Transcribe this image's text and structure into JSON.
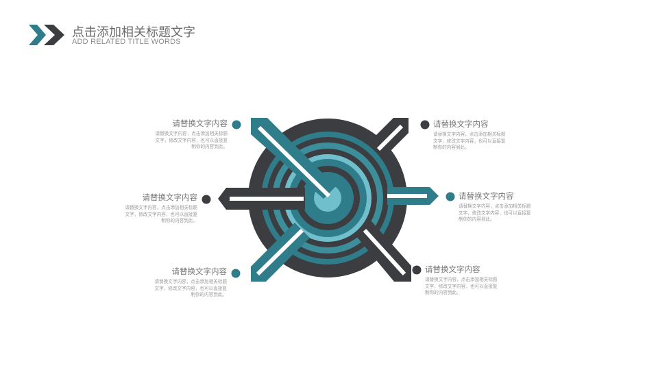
{
  "header": {
    "title": "点击添加相关标题文字",
    "subtitle": "ADD RELATED TITLE WORDS"
  },
  "colors": {
    "teal": "#2f7c8a",
    "dark": "#3b3d40",
    "light": "#6fbfcc",
    "mid_teal": "#3d8e9b"
  },
  "callouts": [
    {
      "heading": "请替换文字内容",
      "text": "请替换文字内容，点击添加相关标题文字，修改文字内容，也可以直接复制你的内容到此。",
      "dot": "teal"
    },
    {
      "heading": "请替换文字内容",
      "text": "请替换文字内容，点击添加相关标题文字，修改文字内容，也可以直接复制你的内容到此。",
      "dot": "dark"
    },
    {
      "heading": "请替换文字内容",
      "text": "请替换文字内容，点击添加相关标题文字，修改文字内容，也可以直接复制你的内容到此。",
      "dot": "teal"
    },
    {
      "heading": "请替换文字内容",
      "text": "请替换文字内容，点击添加相关标题文字，修改文字内容，也可以直接复制你的内容到此。",
      "dot": "dark"
    },
    {
      "heading": "请替换文字内容",
      "text": "请替换文字内容，点击添加相关标题文字，修改文字内容，也可以直接复制你的内容到此。",
      "dot": "teal"
    },
    {
      "heading": "请替换文字内容",
      "text": "请替换文字内容，点击添加相关标题文字，修改文字内容，也可以直接复制你的内容到此。",
      "dot": "dark"
    }
  ]
}
